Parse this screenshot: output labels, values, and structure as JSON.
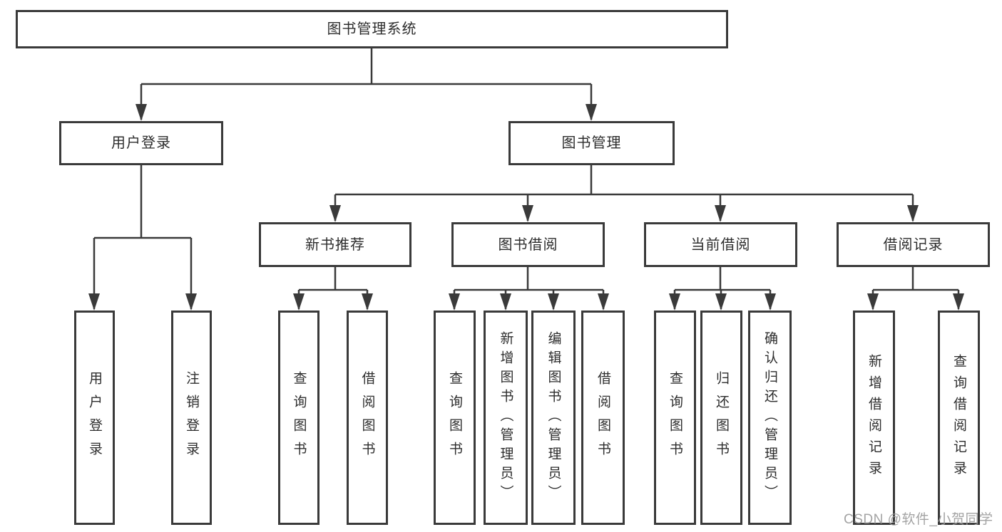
{
  "diagram_title": "图书管理系统",
  "watermark": "CSDN @软件_小贺同学",
  "colors": {
    "line": "#3a3a3a",
    "box_border": "#3a3a3a",
    "text": "#2d2d2d",
    "background": "#ffffff",
    "watermark": "#9b9b9b"
  },
  "tree": {
    "label": "图书管理系统",
    "children": [
      {
        "label": "用户登录",
        "children": [
          {
            "label": "用户登录"
          },
          {
            "label": "注销登录"
          }
        ]
      },
      {
        "label": "图书管理",
        "children": [
          {
            "label": "新书推荐",
            "children": [
              {
                "label": "查询图书"
              },
              {
                "label": "借阅图书"
              }
            ]
          },
          {
            "label": "图书借阅",
            "children": [
              {
                "label": "查询图书"
              },
              {
                "label": "新增图书（管理员）"
              },
              {
                "label": "编辑图书（管理员）"
              },
              {
                "label": "借阅图书"
              }
            ]
          },
          {
            "label": "当前借阅",
            "children": [
              {
                "label": "查询图书"
              },
              {
                "label": "归还图书"
              },
              {
                "label": "确认归还（管理员）"
              }
            ]
          },
          {
            "label": "借阅记录",
            "children": [
              {
                "label": "新增借阅记录"
              },
              {
                "label": "查询借阅记录"
              }
            ]
          }
        ]
      }
    ]
  }
}
